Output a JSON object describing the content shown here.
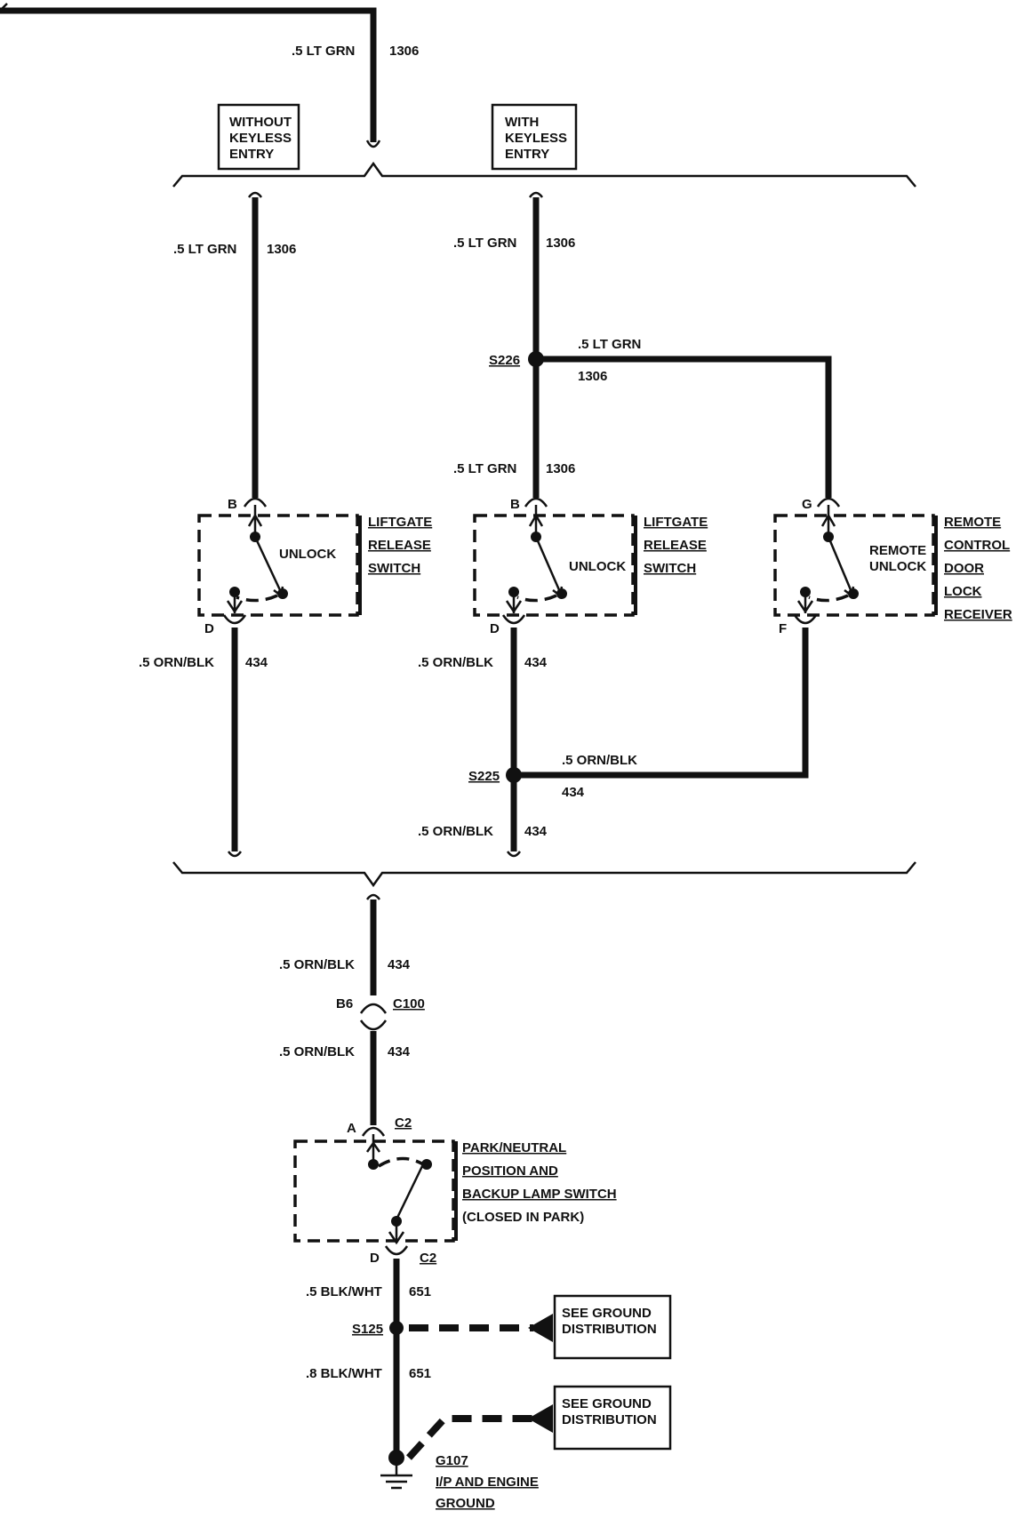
{
  "wires": {
    "top_color": ".5 LT GRN",
    "top_circuit": "1306",
    "left_color": ".5 LT GRN",
    "left_circuit": "1306",
    "mid_color": ".5 LT GRN",
    "mid_circuit": "1306",
    "mid2_color": ".5 LT GRN",
    "mid2_circuit": "1306",
    "right_color": ".5 LT GRN",
    "right_circuit": "1306",
    "left_out_color": ".5 ORN/BLK",
    "left_out_circuit": "434",
    "mid_out_color": ".5 ORN/BLK",
    "mid_out_circuit": "434",
    "right_out_color": ".5 ORN/BLK",
    "right_out_circuit": "434",
    "mid_out2_color": ".5 ORN/BLK",
    "mid_out2_circuit": "434",
    "lower1_color": ".5 ORN/BLK",
    "lower1_circuit": "434",
    "lower2_color": ".5 ORN/BLK",
    "lower2_circuit": "434",
    "ground1_color": ".5 BLK/WHT",
    "ground1_circuit": "651",
    "ground2_color": ".8 BLK/WHT",
    "ground2_circuit": "651"
  },
  "options": {
    "without_line1": "WITHOUT",
    "without_line2": "KEYLESS",
    "without_line3": "ENTRY",
    "with_line1": "WITH",
    "with_line2": "KEYLESS",
    "with_line3": "ENTRY"
  },
  "splices": {
    "s226": "S226",
    "s225": "S225",
    "s125": "S125"
  },
  "components": {
    "left_switch": {
      "pin_in": "B",
      "pin_out": "D",
      "inner": "UNLOCK",
      "name1": "LIFTGATE",
      "name2": "RELEASE",
      "name3": "SWITCH"
    },
    "mid_switch": {
      "pin_in": "B",
      "pin_out": "D",
      "inner": "UNLOCK",
      "name1": "LIFTGATE",
      "name2": "RELEASE",
      "name3": "SWITCH"
    },
    "receiver": {
      "pin_in": "G",
      "pin_out": "F",
      "inner1": "REMOTE",
      "inner2": "UNLOCK",
      "name1": "REMOTE",
      "name2": "CONTROL",
      "name3": "DOOR",
      "name4": "LOCK",
      "name5": "RECEIVER"
    },
    "c100": {
      "pin": "B6",
      "name": "C100"
    },
    "pn_switch": {
      "pin_in": "A",
      "conn_in": "C2",
      "pin_out": "D",
      "conn_out": "C2",
      "name1": "PARK/NEUTRAL",
      "name2": "POSITION AND",
      "name3": "BACKUP LAMP SWITCH",
      "name4": "(CLOSED IN PARK)"
    }
  },
  "ground_refs": {
    "ref1_line1": "SEE GROUND",
    "ref1_line2": "DISTRIBUTION",
    "ref2_line1": "SEE GROUND",
    "ref2_line2": "DISTRIBUTION"
  },
  "ground": {
    "name": "G107",
    "line1": "I/P AND ENGINE",
    "line2": "GROUND"
  }
}
